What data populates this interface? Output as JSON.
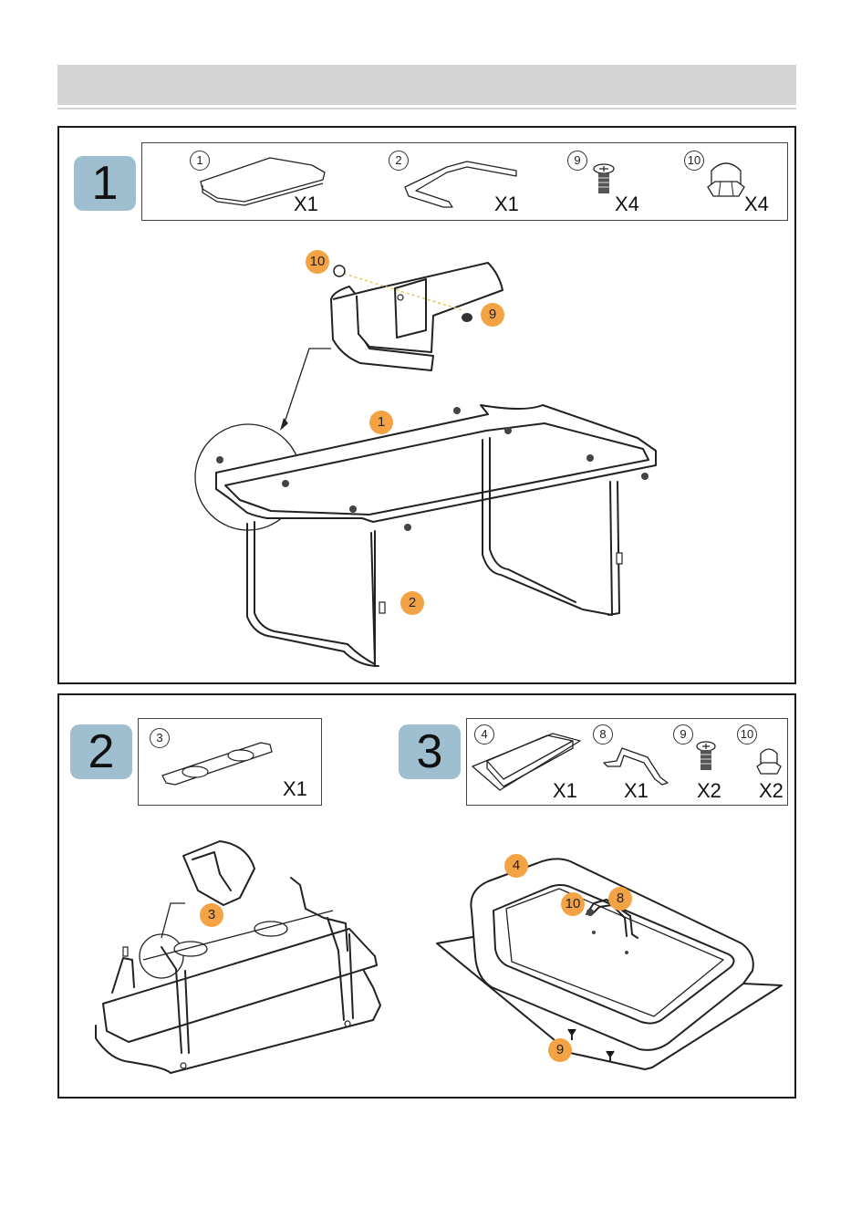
{
  "colors": {
    "header": "#d4d4d4",
    "badge": "#9fbfd1",
    "callout": "#f3a344",
    "line": "#222222"
  },
  "step1": {
    "badge": "1",
    "parts": [
      {
        "num": "1",
        "qty": "X1",
        "icon": "frame-part-icon"
      },
      {
        "num": "2",
        "qty": "X1",
        "icon": "stand-bracket-icon"
      },
      {
        "num": "9",
        "qty": "X4",
        "icon": "screw-icon"
      },
      {
        "num": "10",
        "qty": "X4",
        "icon": "cap-nut-icon"
      }
    ],
    "callouts": {
      "nut": "10",
      "screw": "9",
      "frame": "1",
      "leg": "2"
    }
  },
  "step2": {
    "badge": "2",
    "parts": [
      {
        "num": "3",
        "qty": "X1",
        "icon": "burner-holder-plate-icon"
      }
    ],
    "callouts": {
      "plate": "3"
    }
  },
  "step3": {
    "badge": "3",
    "parts": [
      {
        "num": "4",
        "qty": "X1",
        "icon": "lid-tray-icon"
      },
      {
        "num": "8",
        "qty": "X1",
        "icon": "handle-icon"
      },
      {
        "num": "9",
        "qty": "X2",
        "icon": "screw-icon"
      },
      {
        "num": "10",
        "qty": "X2",
        "icon": "cap-nut-icon"
      }
    ],
    "callouts": {
      "lid": "4",
      "handle": "8",
      "nut": "10",
      "screw": "9"
    }
  }
}
